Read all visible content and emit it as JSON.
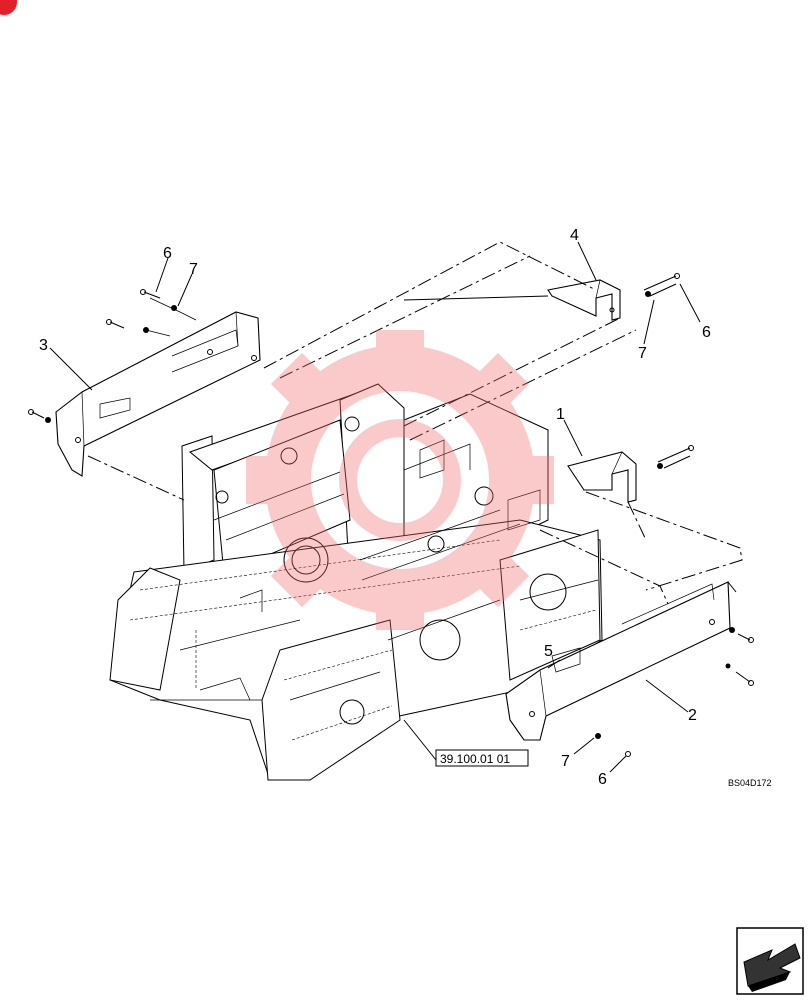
{
  "callouts": {
    "c1": "1",
    "c2": "2",
    "c3": "3",
    "c4": "4",
    "c5": "5",
    "c6a": "6",
    "c6b": "6",
    "c6c": "6",
    "c7a": "7",
    "c7b": "7",
    "c7c": "7"
  },
  "reference_box": "39.100.01 01",
  "drawing_code": "BS04D172",
  "colors": {
    "watermark": "#f26b6b",
    "corner_mark": "#e0202a",
    "ink": "#000000"
  },
  "icons": {
    "nav_arrow": "arrow-left-down-icon",
    "watermark": "gear-watermark-icon"
  }
}
